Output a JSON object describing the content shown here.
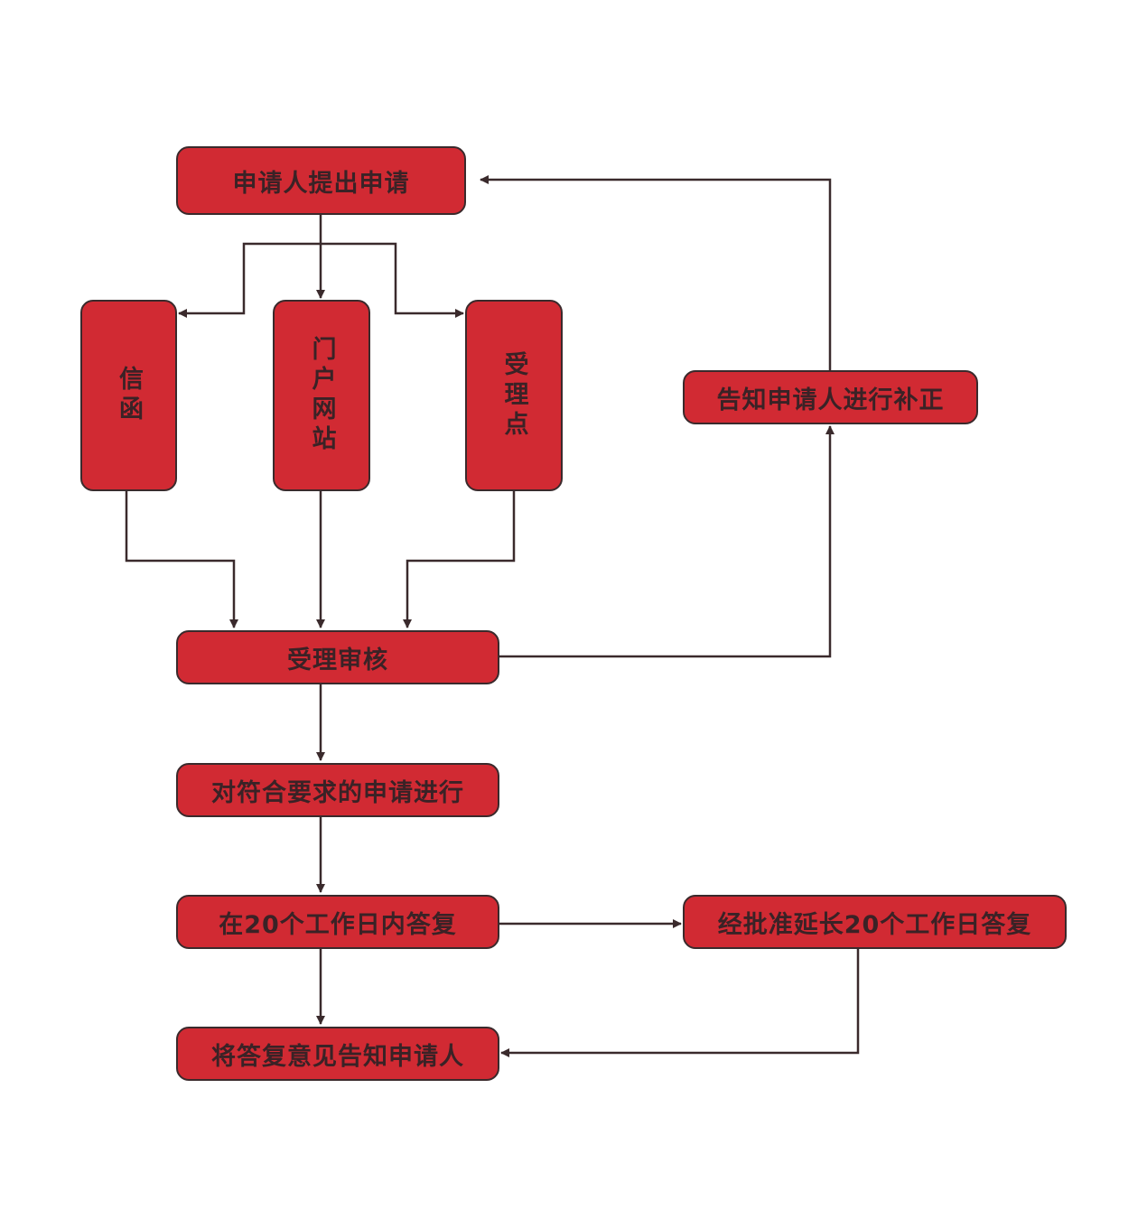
{
  "nodes": {
    "submit": "申请人提出申请",
    "letter": "信函",
    "portal": "门户网站",
    "office": "受理点",
    "correction": "告知申请人进行补正",
    "review": "受理审核",
    "process": "对符合要求的申请进行",
    "reply20": "在20个工作日内答复",
    "extend": "经批准延长20个工作日答复",
    "notify": "将答复意见告知申请人"
  },
  "colors": {
    "node_fill": "#d12a33",
    "stroke": "#3a2a2c"
  }
}
